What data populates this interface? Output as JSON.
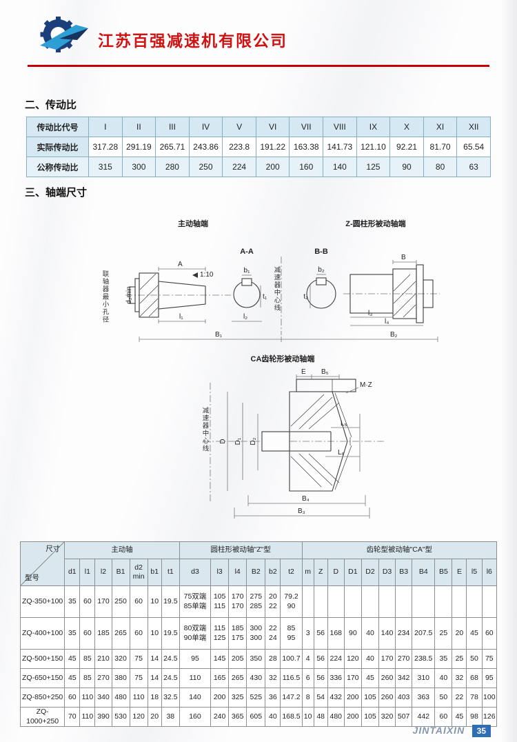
{
  "header": {
    "company": "江苏百强减速机有限公司"
  },
  "section2": {
    "title": "二、传动比",
    "rows": [
      [
        "传动比代号",
        "I",
        "II",
        "III",
        "IV",
        "V",
        "VI",
        "VII",
        "VIII",
        "IX",
        "X",
        "XI",
        "XII"
      ],
      [
        "实际传动比",
        "317.28",
        "291.19",
        "265.71",
        "243.86",
        "223.8",
        "191.22",
        "163.38",
        "141.73",
        "121.10",
        "92.21",
        "81.70",
        "65.54"
      ],
      [
        "公称传动比",
        "315",
        "300",
        "280",
        "250",
        "224",
        "200",
        "160",
        "140",
        "125",
        "90",
        "80",
        "63"
      ]
    ]
  },
  "section3": {
    "title": "三、轴端尺寸"
  },
  "diagrams": {
    "driving_title": "主动轴端",
    "z_title": "Z-圆柱形被动轴端",
    "ca_title": "CA齿轮形被动轴端",
    "coupling_bore_note": "联轴器最小孔径",
    "centerline_note_1": "减速器中心线",
    "centerline_note_2": "减速器中心线",
    "section_aa": "A-A",
    "section_bb": "B-B",
    "taper": "1:10",
    "dims": {
      "A": "A",
      "B": "B",
      "b1": "b₁",
      "t1": "t₁",
      "b2": "b₂",
      "t2": "t₂",
      "l1": "l₁",
      "l2": "l₂",
      "l3": "l₃",
      "l4": "l₄",
      "B1": "B₁",
      "B2": "B₂",
      "B3": "B₃",
      "B4": "B₄",
      "B5": "B₅",
      "d2min": "d₂min",
      "E": "E",
      "MZ": "M·Z",
      "D": "D",
      "D1": "D₁",
      "D2": "D₂",
      "L5": "L₅",
      "L6": "L₆"
    }
  },
  "dim_table": {
    "corner_top": "尺寸",
    "corner_bottom": "型号",
    "groups": [
      {
        "label": "主动轴"
      },
      {
        "label": "圆柱形被动轴\"Z\"型"
      },
      {
        "label": "齿轮型被动轴\"CA\"型"
      }
    ],
    "cols": [
      "d1",
      "l1",
      "l2",
      "B1",
      "d2\nmin",
      "b1",
      "t1",
      "d3",
      "l3",
      "l4",
      "B2",
      "b2",
      "t2",
      "m",
      "Z",
      "D",
      "D1",
      "D2",
      "D3",
      "B3",
      "B4",
      "B5",
      "E",
      "l5",
      "l6"
    ],
    "rows": [
      [
        "ZQ-350+100",
        "35",
        "60",
        "170",
        "250",
        "60",
        "10",
        "19.5",
        "75双端\n85单端",
        "105\n115",
        "170\n170",
        "275\n285",
        "20\n22",
        "79.2\n90",
        "",
        "",
        "",
        "",
        "",
        "",
        "",
        "",
        "",
        "",
        "",
        ""
      ],
      [
        "ZQ-400+100",
        "35",
        "60",
        "185",
        "265",
        "60",
        "10",
        "19.5",
        "80双端\n90单端",
        "115\n125",
        "185\n175",
        "300\n300",
        "22\n24",
        "85\n95",
        "3",
        "56",
        "168",
        "90",
        "40",
        "140",
        "234",
        "207.5",
        "25",
        "20",
        "45",
        "60"
      ],
      [
        "ZQ-500+150",
        "45",
        "85",
        "210",
        "320",
        "75",
        "14",
        "24.5",
        "95",
        "145",
        "205",
        "350",
        "28",
        "100.7",
        "4",
        "56",
        "224",
        "120",
        "40",
        "170",
        "270",
        "238.5",
        "35",
        "25",
        "50",
        "75"
      ],
      [
        "ZQ-650+150",
        "45",
        "85",
        "270",
        "380",
        "75",
        "14",
        "24.5",
        "110",
        "165",
        "265",
        "430",
        "32",
        "116.5",
        "6",
        "56",
        "336",
        "170",
        "45",
        "260",
        "342",
        "310",
        "40",
        "32",
        "68",
        "95"
      ],
      [
        "ZQ-850+250",
        "60",
        "110",
        "340",
        "480",
        "110",
        "18",
        "32.5",
        "140",
        "200",
        "325",
        "525",
        "36",
        "147.2",
        "8",
        "54",
        "432",
        "200",
        "105",
        "260",
        "403",
        "363",
        "50",
        "22",
        "78",
        "100"
      ],
      [
        "ZQ-1000+250",
        "70",
        "110",
        "390",
        "530",
        "120",
        "20",
        "38",
        "160",
        "240",
        "365",
        "605",
        "40",
        "168.5",
        "10",
        "48",
        "480",
        "200",
        "105",
        "320",
        "507",
        "442",
        "60",
        "45",
        "98",
        "126"
      ]
    ]
  },
  "footer": {
    "brand": "JINTAIXIN",
    "page": "35"
  }
}
